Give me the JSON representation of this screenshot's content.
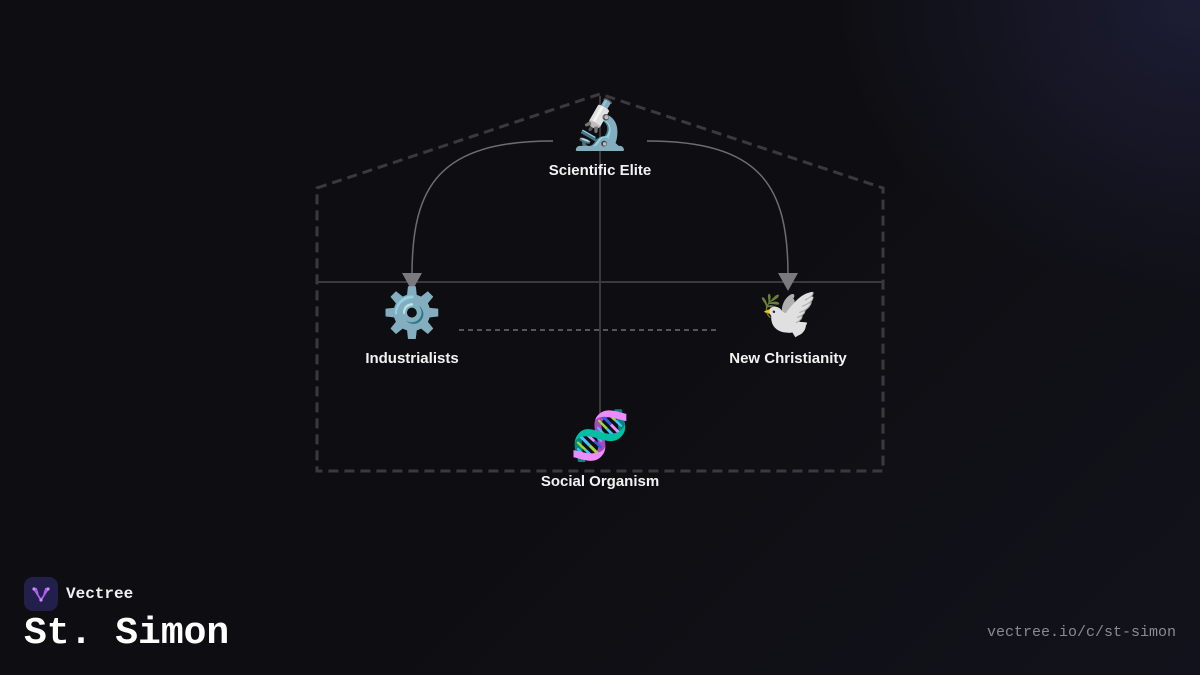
{
  "diagram": {
    "nodes": [
      {
        "id": "scientific-elite",
        "label": "Scientific Elite",
        "emoji": "🔬"
      },
      {
        "id": "industrialists",
        "label": "Industrialists",
        "emoji": "⚙️"
      },
      {
        "id": "new-christianity",
        "label": "New Christianity",
        "emoji": "🕊️"
      },
      {
        "id": "social-organism",
        "label": "Social Organism",
        "emoji": "🧬"
      }
    ],
    "edges": [
      {
        "from": "scientific-elite",
        "to": "industrialists",
        "style": "solid-arrow"
      },
      {
        "from": "scientific-elite",
        "to": "new-christianity",
        "style": "solid-arrow"
      },
      {
        "from": "industrialists",
        "to": "new-christianity",
        "style": "dashed"
      }
    ]
  },
  "brand": {
    "name": "Vectree",
    "logo_icon": "vectree-logo-icon"
  },
  "page": {
    "title": "St. Simon",
    "url": "vectree.io/c/st-simon"
  },
  "colors": {
    "background": "#0e0e12",
    "outline": "#3a3a3e",
    "connector": "#7a7a7e",
    "logo_bg": "#22204a",
    "logo_accent": "#b35cf0"
  }
}
